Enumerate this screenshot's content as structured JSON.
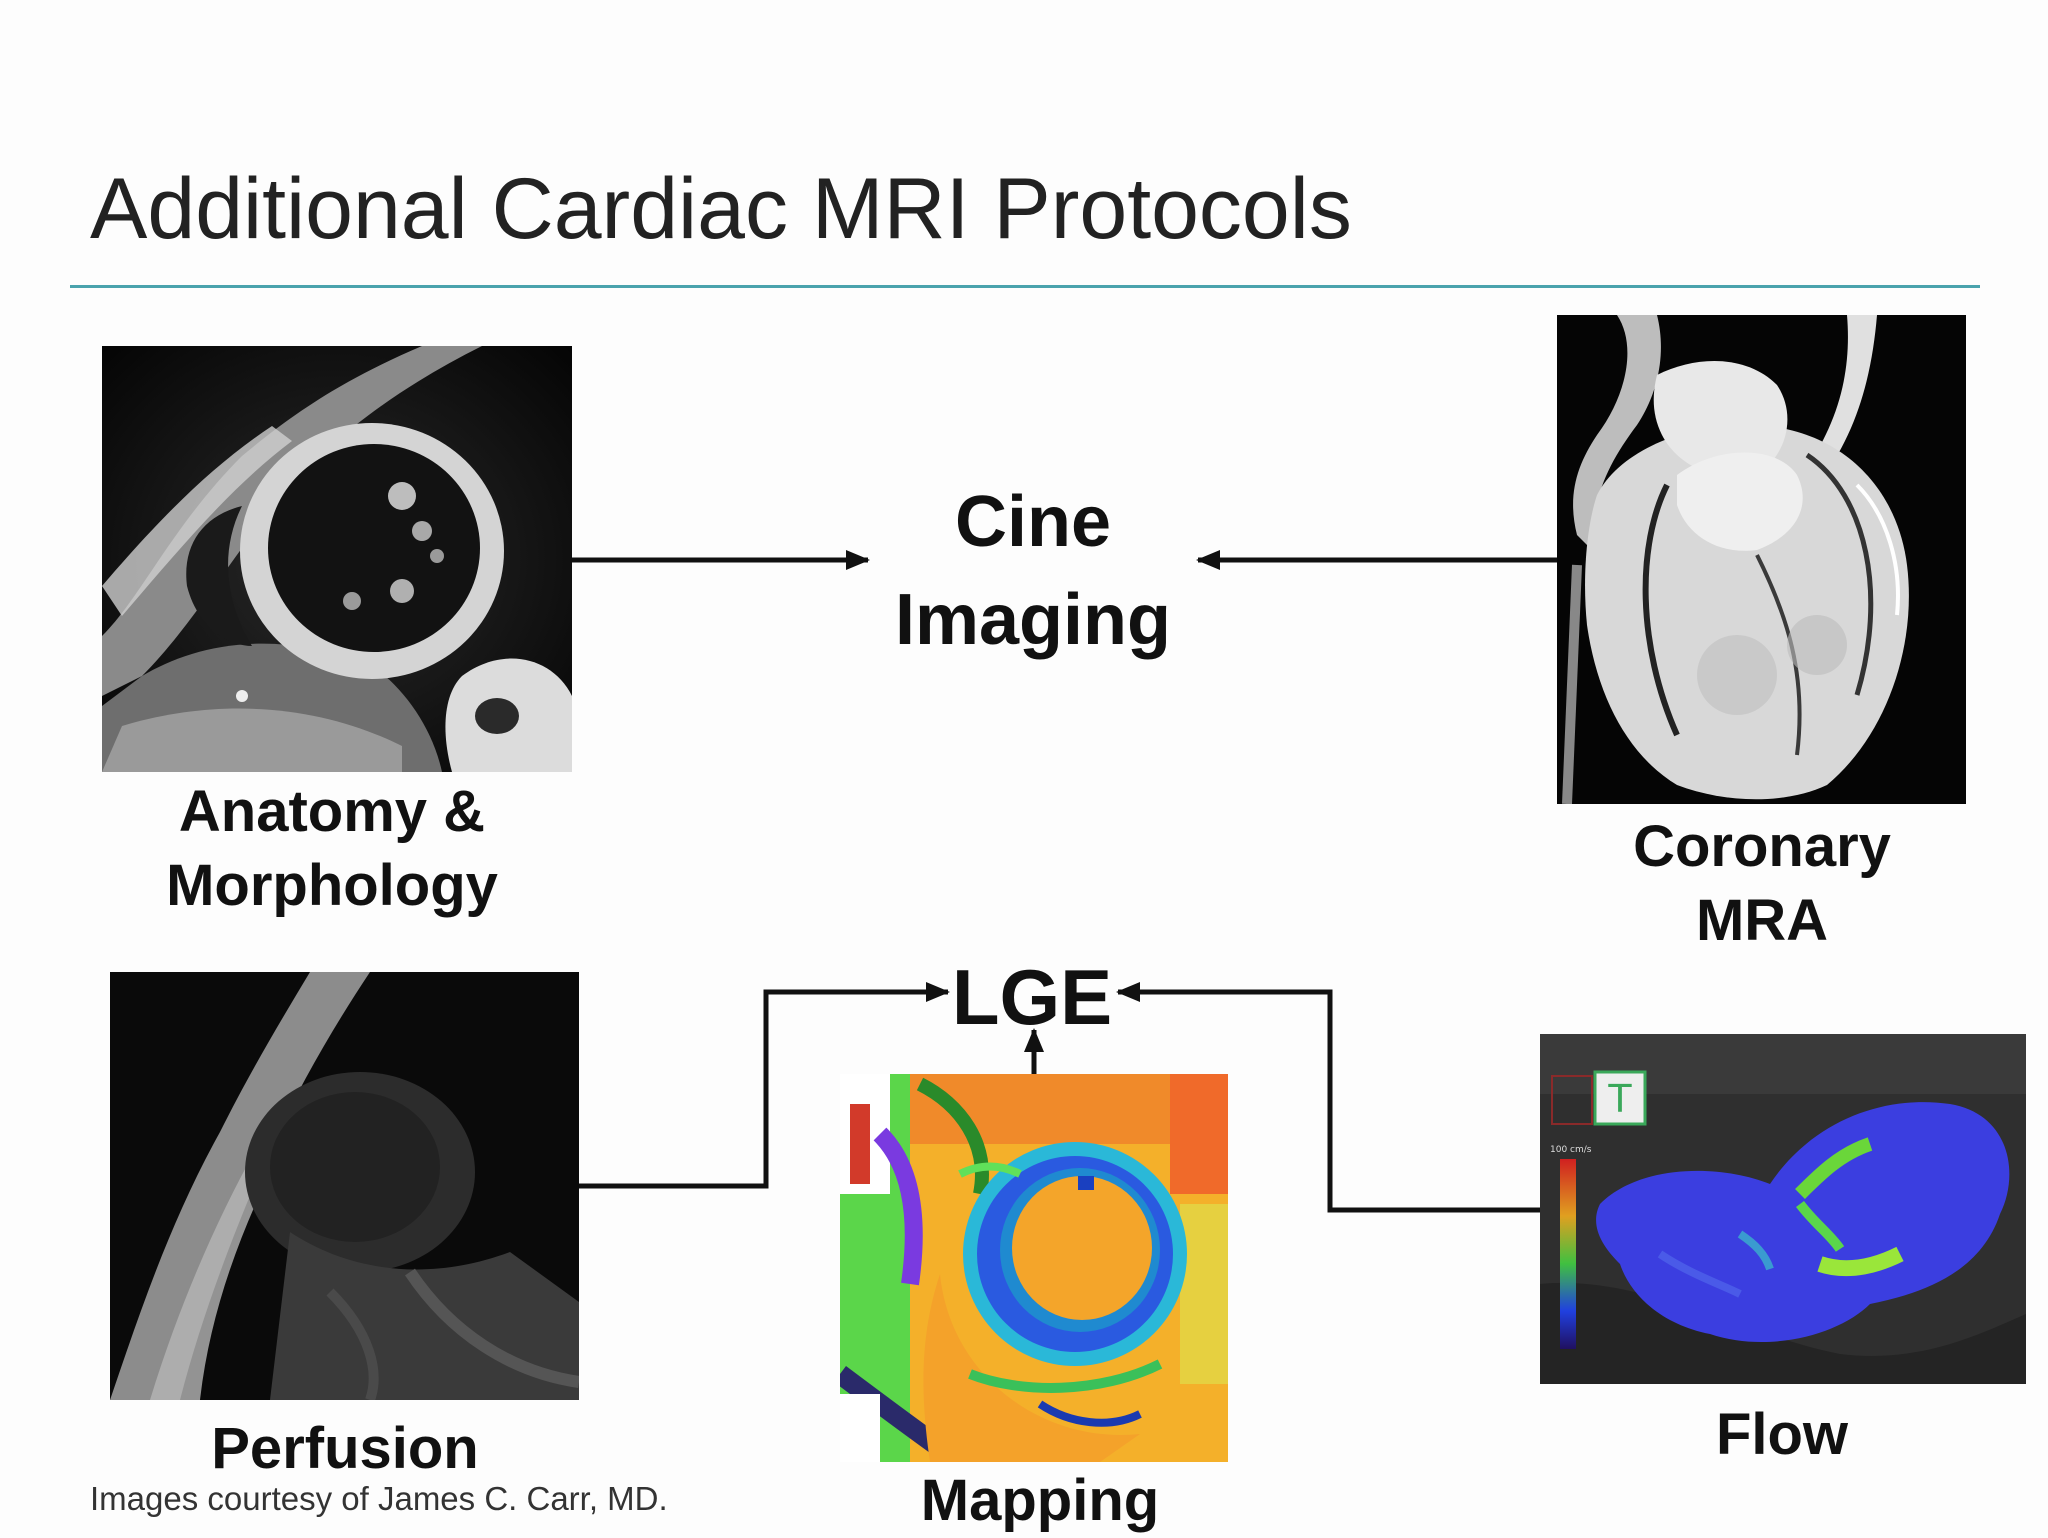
{
  "slide": {
    "title": "Additional Cardiac MRI Protocols",
    "credit": "Images courtesy of James C. Carr, MD."
  },
  "labels": {
    "anatomy": "Anatomy &\nMorphology",
    "cine": "Cine\nImaging",
    "coronary": "Coronary\nMRA",
    "lge": "LGE",
    "perfusion": "Perfusion",
    "mapping": "Mapping",
    "flow": "Flow"
  },
  "flow_panel": {
    "overlay_letter": "T",
    "scale_label": "100 cm/s"
  },
  "colors": {
    "rule": "#4aa3ad",
    "arrow": "#111111",
    "mapping_background": "#f4b02a",
    "flow_tissue": "#3b3ee0"
  }
}
